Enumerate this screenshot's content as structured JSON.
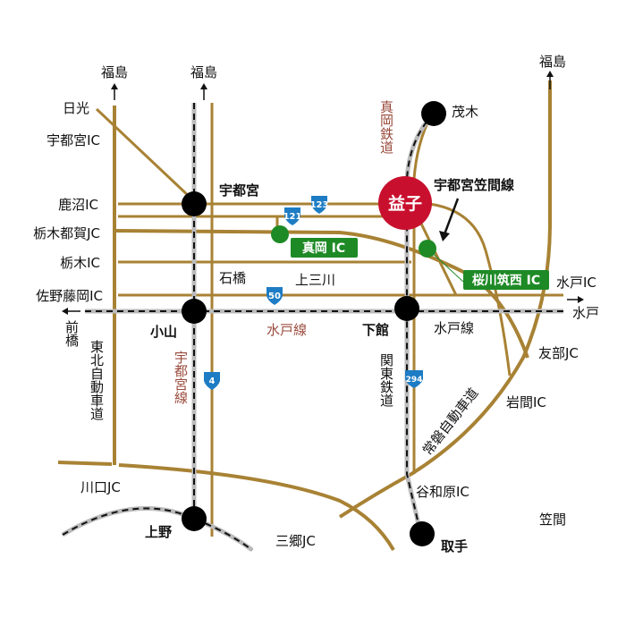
{
  "labels": {
    "fukushima_1": "福島",
    "fukushima_2": "福島",
    "fukushima_3": "福島",
    "nikko": "日光",
    "utsunomiya_ic": "宇都宮IC",
    "kanuma_ic": "鹿沼IC",
    "tochigi_tsuga_jc": "栃木都賀JC",
    "tochigi_ic": "栃木IC",
    "sano_fujioka_ic": "佐野藤岡IC",
    "maebashi": "前橋",
    "tohoku_expressway": "東北自動車道",
    "utsunomiya_station": "宇都宮",
    "oyama": "小山",
    "ishibashi": "石橋",
    "kaminokawa": "上三川",
    "mito_line_1": "水戸線",
    "mito_line_2": "水戸線",
    "utsunomiya_line": "宇都宮線",
    "moka_railway": "真岡鉄道",
    "mashiko": "益子",
    "motegi": "茂木",
    "utsunomiya_kasama_line": "宇都宮笠間線",
    "moka_ic": "真岡 IC",
    "sakuragawa_chikusei_ic": "桜川筑西 IC",
    "mito_ic": "水戸IC",
    "mito": "水戸",
    "shimodate": "下館",
    "kanto_railway": "関東鉄道",
    "tomobe_jc": "友部JC",
    "iwama_ic": "岩間IC",
    "joban_expressway": "常磐自動車道",
    "yawara_ic": "谷和原IC",
    "kasama": "笠間",
    "toride": "取手",
    "misato_jc": "三郷JC",
    "kawaguchi_jc": "川口JC",
    "ueno": "上野"
  },
  "route_shields": {
    "r121": "121",
    "r123": "123",
    "r50": "50",
    "r4": "4",
    "r294": "294"
  },
  "colors": {
    "road": "#a88234",
    "highlight": "#c8102e",
    "ic": "#1e8a26",
    "shield": "#1d7cc4",
    "rail_label": "#9a4a3c"
  }
}
